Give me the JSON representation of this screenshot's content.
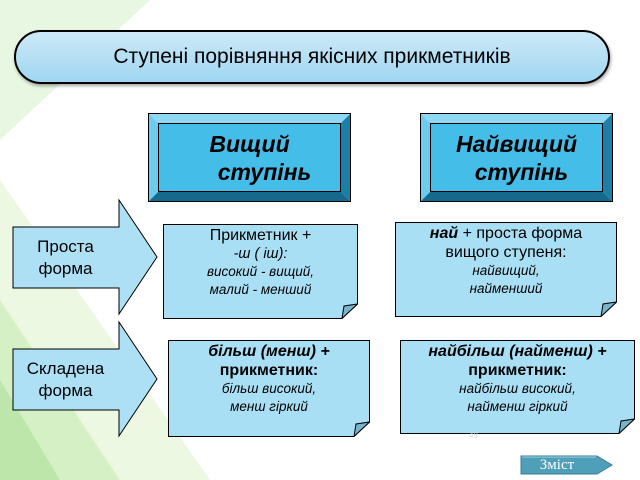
{
  "title": "Ступені порівняння якісних прикметників",
  "headers": {
    "comparative": [
      "Вищий",
      "ступінь"
    ],
    "superlative": [
      "Найвищий",
      "ступінь"
    ]
  },
  "rows": {
    "simple": {
      "label": [
        "Проста",
        "форма"
      ],
      "comparative": {
        "line1": "Прикметник +",
        "line2": "-ш ( іш):",
        "examples": [
          "високий - вищий,",
          "малий - менший"
        ]
      },
      "superlative": {
        "line1_b": "най",
        "line1_n": " + проста форма",
        "line2": "вищого ступеня:",
        "examples": [
          "найвищий,",
          "найменший"
        ]
      }
    },
    "compound": {
      "label": [
        "Складена",
        "форма"
      ],
      "comparative": {
        "line1": "більш (менш) +",
        "line2": "прикметник:",
        "examples": [
          "більш високий,",
          "менш гіркий"
        ]
      },
      "superlative": {
        "line1": "найбільш (найменш) +",
        "line2": "прикметник:",
        "examples": [
          "найбільш високий,",
          "найменш гіркий"
        ]
      }
    }
  },
  "page_number": "49",
  "nav_button": "Зміст",
  "colors": {
    "bevel_face": "#44bde8",
    "arrow_fill": "#aee0f5",
    "note_fill": "#a9dff5",
    "title_fill": "#aedcf3",
    "nav_button": "#4f9fb9"
  }
}
